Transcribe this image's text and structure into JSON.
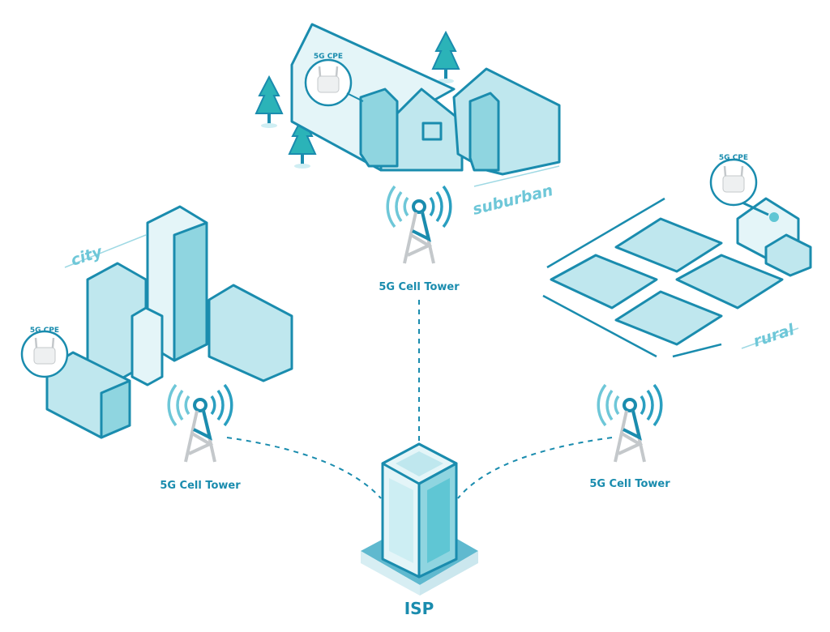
{
  "colors": {
    "primary": "#1a8cae",
    "light": "#e4f5f8",
    "mid": "#bfe7ee",
    "accent": "#5fc6d4",
    "tree": "#2bb3b8",
    "tower_grey": "#c4c8cb"
  },
  "areas": {
    "city": "city",
    "suburban": "suburban",
    "rural": "rural"
  },
  "towers": [
    {
      "label": "5G Cell Tower"
    },
    {
      "label": "5G Cell Tower"
    },
    {
      "label": "5G Cell Tower"
    }
  ],
  "cpe": [
    {
      "label": "5G CPE"
    },
    {
      "label": "5G CPE"
    },
    {
      "label": "5G CPE"
    }
  ],
  "isp": {
    "label": "ISP"
  }
}
